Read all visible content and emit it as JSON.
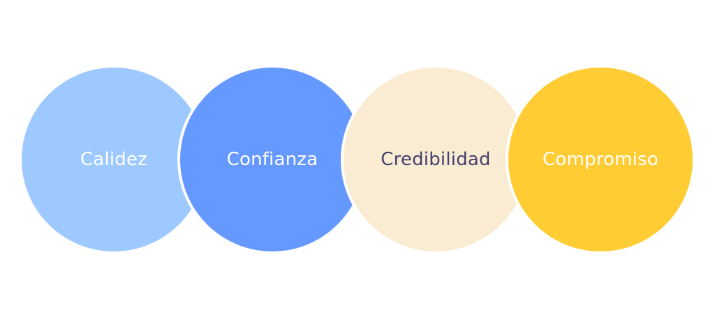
{
  "circles": [
    {
      "label": "Calidez",
      "fill": "#9ec9ff",
      "text_color": "#ffffff"
    },
    {
      "label": "Confianza",
      "fill": "#6699ff",
      "text_color": "#ffffff"
    },
    {
      "label": "Credibilidad",
      "fill": "#faecd2",
      "text_color": "#45406e"
    },
    {
      "label": "Compromiso",
      "fill": "#ffcc33",
      "text_color": "#ffffff"
    }
  ]
}
